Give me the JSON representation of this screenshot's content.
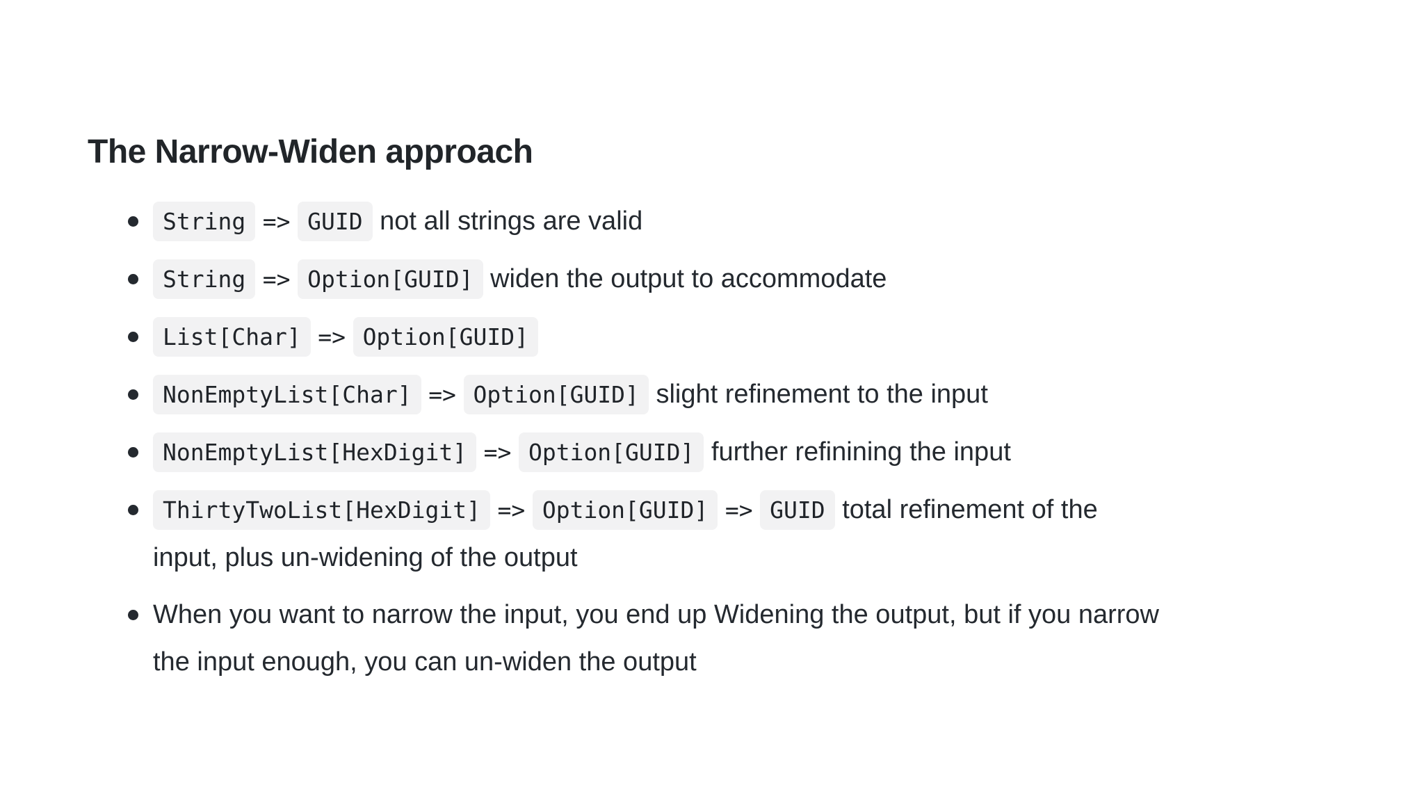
{
  "page": {
    "background": "#ffffff",
    "text_color": "#24292f",
    "code_chip_bg": "#f2f2f3",
    "code_text_color": "#1f2328"
  },
  "heading": "The Narrow-Widen approach",
  "bullets": [
    {
      "segments": [
        {
          "t": "code",
          "v": "String"
        },
        {
          "t": "arrow",
          "v": "=>"
        },
        {
          "t": "code",
          "v": "GUID"
        },
        {
          "t": "text",
          "v": "not all strings are valid"
        }
      ]
    },
    {
      "segments": [
        {
          "t": "code",
          "v": "String"
        },
        {
          "t": "arrow",
          "v": "=>"
        },
        {
          "t": "code",
          "v": "Option[GUID]"
        },
        {
          "t": "text",
          "v": "widen the output to accommodate"
        }
      ]
    },
    {
      "segments": [
        {
          "t": "code",
          "v": "List[Char]"
        },
        {
          "t": "arrow",
          "v": "=>"
        },
        {
          "t": "code",
          "v": "Option[GUID]"
        }
      ]
    },
    {
      "segments": [
        {
          "t": "code",
          "v": "NonEmptyList[Char]"
        },
        {
          "t": "arrow",
          "v": "=>"
        },
        {
          "t": "code",
          "v": "Option[GUID]"
        },
        {
          "t": "text",
          "v": "slight refinement to the input"
        }
      ]
    },
    {
      "segments": [
        {
          "t": "code",
          "v": "NonEmptyList[HexDigit]"
        },
        {
          "t": "arrow",
          "v": "=>"
        },
        {
          "t": "code",
          "v": "Option[GUID]"
        },
        {
          "t": "text",
          "v": "further refinining the input"
        }
      ]
    },
    {
      "segments": [
        {
          "t": "code",
          "v": "ThirtyTwoList[HexDigit]"
        },
        {
          "t": "arrow",
          "v": "=>"
        },
        {
          "t": "code",
          "v": "Option[GUID]"
        },
        {
          "t": "arrow",
          "v": "=>"
        },
        {
          "t": "code",
          "v": "GUID"
        },
        {
          "t": "text",
          "v": "total refinement of the"
        },
        {
          "t": "br"
        },
        {
          "t": "text",
          "v": "input, plus un-widening of the output"
        }
      ]
    },
    {
      "segments": [
        {
          "t": "text",
          "v": "When you want to narrow the input, you end up Widening the output, but if you narrow"
        },
        {
          "t": "br"
        },
        {
          "t": "text",
          "v": "the input enough, you can un-widen the output"
        }
      ]
    }
  ]
}
